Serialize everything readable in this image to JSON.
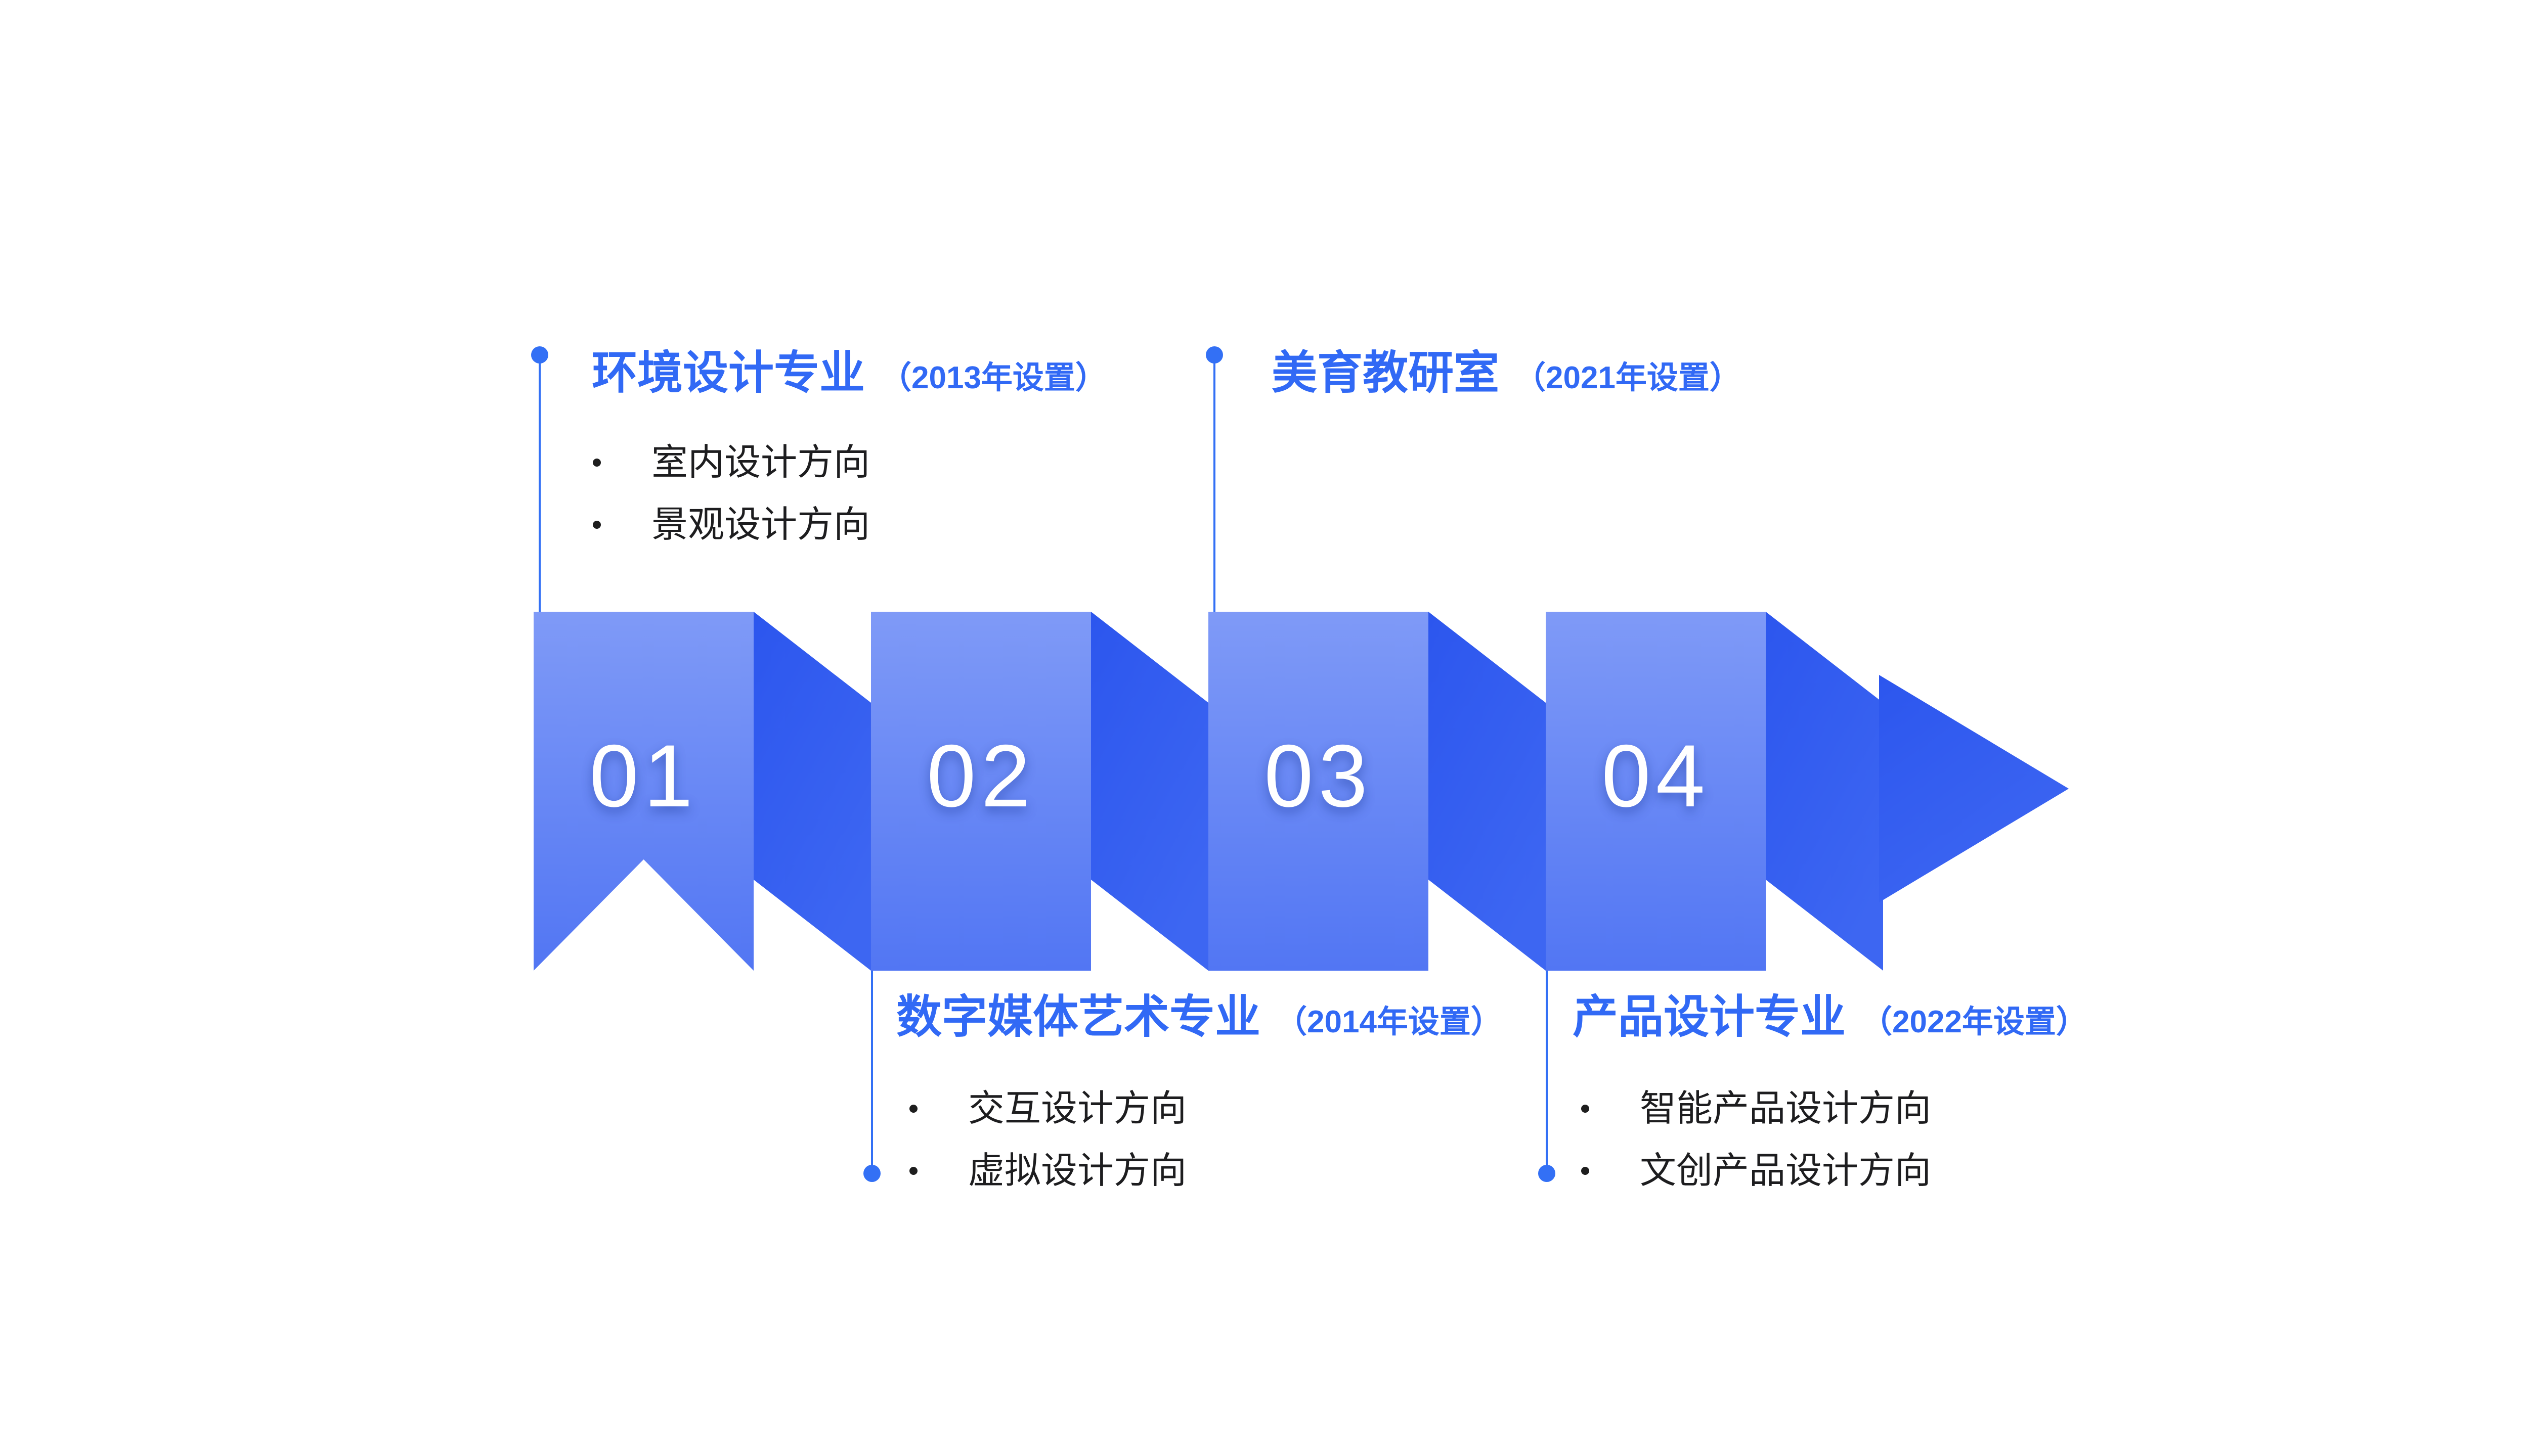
{
  "sections": [
    {
      "title": "环境设计专业",
      "year_note": "（2013年设置）",
      "bullets": [
        "室内设计方向",
        "景观设计方向"
      ]
    },
    {
      "title": "美育教研室",
      "year_note": "（2021年设置）",
      "bullets": []
    },
    {
      "title": "数字媒体艺术专业",
      "year_note": "（2014年设置）",
      "bullets": [
        "交互设计方向",
        "虚拟设计方向"
      ]
    },
    {
      "title": "产品设计专业",
      "year_note": "（2022年设置）",
      "bullets": [
        "智能产品设计方向",
        "文创产品设计方向"
      ]
    }
  ],
  "steps": [
    {
      "number": "01"
    },
    {
      "number": "02"
    },
    {
      "number": "03"
    },
    {
      "number": "04"
    }
  ],
  "colors": {
    "accent_blue": "#3169F5",
    "connector_blue": "#3370F5",
    "ribbon_face_top": "#7F9AF7",
    "ribbon_face_bottom": "#5276F3",
    "ribbon_fold_dark": "#2C56EE",
    "ribbon_fold_light": "#3D66F2",
    "bullet_text": "#1D1D1F",
    "background": "#FFFFFF"
  }
}
